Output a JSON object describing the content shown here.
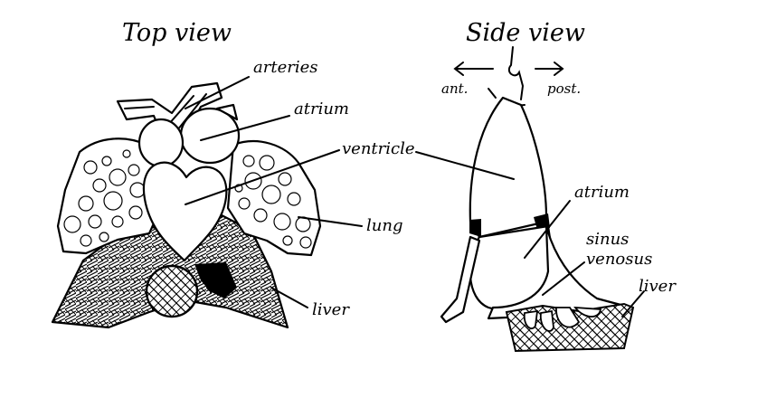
{
  "top_view": {
    "title": "Top view",
    "labels": {
      "arteries": "arteries",
      "atrium": "atrium",
      "ventricle": "ventricle",
      "lung": "lung",
      "liver": "liver"
    }
  },
  "side_view": {
    "title": "Side view",
    "direction": {
      "anterior": "ant.",
      "posterior": "post."
    },
    "labels": {
      "atrium": "atrium",
      "sinus_line1": "sinus",
      "sinus_line2": "venosus",
      "liver": "liver"
    }
  }
}
